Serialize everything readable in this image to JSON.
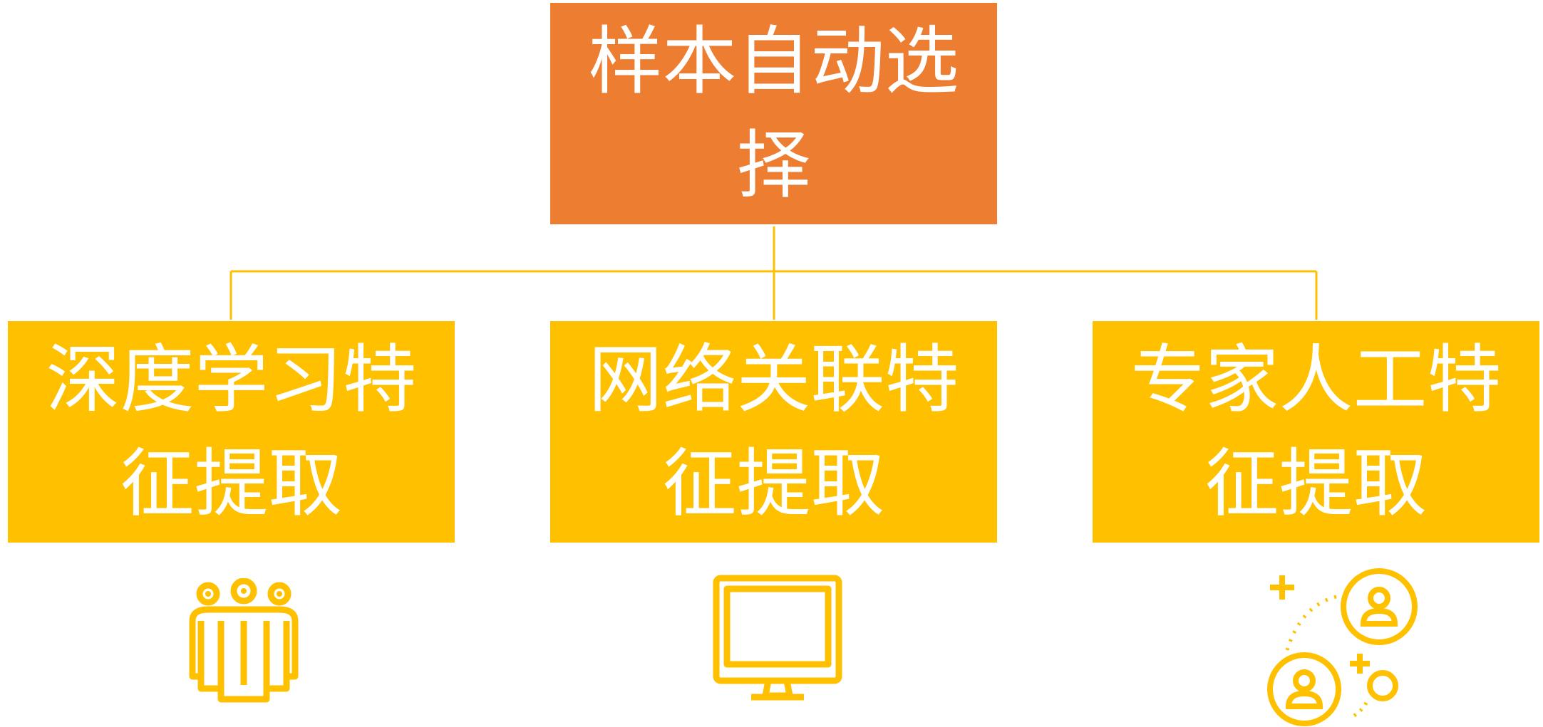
{
  "colors": {
    "root_fill": "#ED7D31",
    "child_fill": "#FFC000",
    "connector": "#FFC000",
    "text": "#FFFFFF",
    "icon": "#FFC000"
  },
  "root": {
    "label_line1": "样本自动选",
    "label_line2": "择"
  },
  "children": [
    {
      "label_line1": "深度学习特",
      "label_line2": "征提取",
      "icon": "team-icon"
    },
    {
      "label_line1": "网络关联特",
      "label_line2": "征提取",
      "icon": "monitor-icon"
    },
    {
      "label_line1": "专家人工特",
      "label_line2": "征提取",
      "icon": "experts-network-icon"
    }
  ]
}
